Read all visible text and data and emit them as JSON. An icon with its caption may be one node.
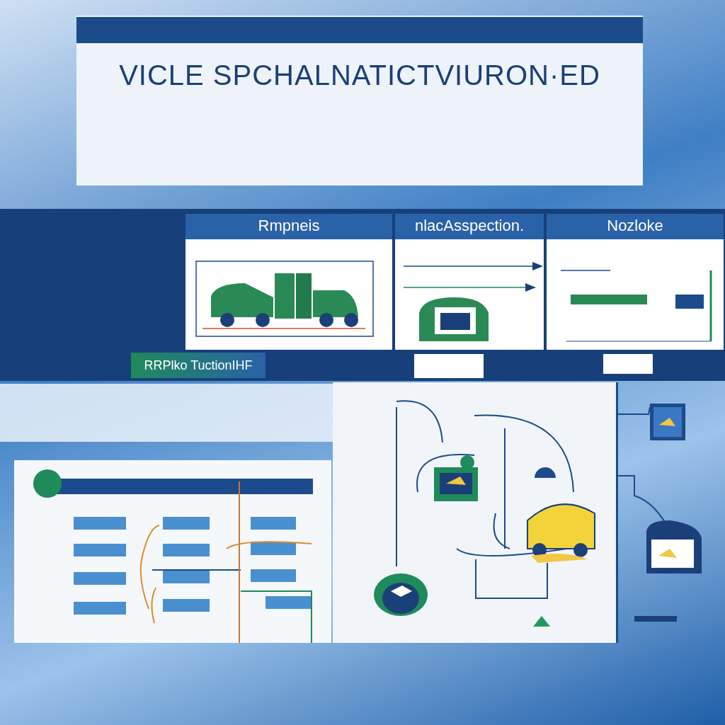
{
  "diagram": {
    "title": "VICLE SPCHALNATICTVIURON·ED",
    "nodes": [
      {
        "text": [
          "Rmpneis"
        ]
      },
      {
        "text": [
          "nlacAsspection."
        ]
      },
      {
        "text": [
          "Nozloke"
        ]
      },
      {
        "text": [
          "RRPlko TuctionIHF"
        ]
      },
      {
        "text": [],
        "shape": "box"
      },
      {
        "text": [],
        "shape": "box"
      }
    ]
  }
}
